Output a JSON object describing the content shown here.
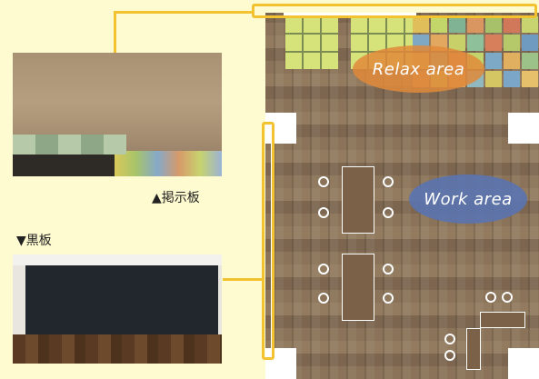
{
  "captions": {
    "notice_board": "▲掲示板",
    "blackboard": "▼黒板"
  },
  "areas": {
    "relax": "Relax area",
    "work": "Work area"
  },
  "colors": {
    "background": "#fffbd0",
    "highlight": "#f2c230",
    "relax_oval": "#e0893a",
    "work_oval": "#5a73b0",
    "floor": "#8a7358"
  }
}
